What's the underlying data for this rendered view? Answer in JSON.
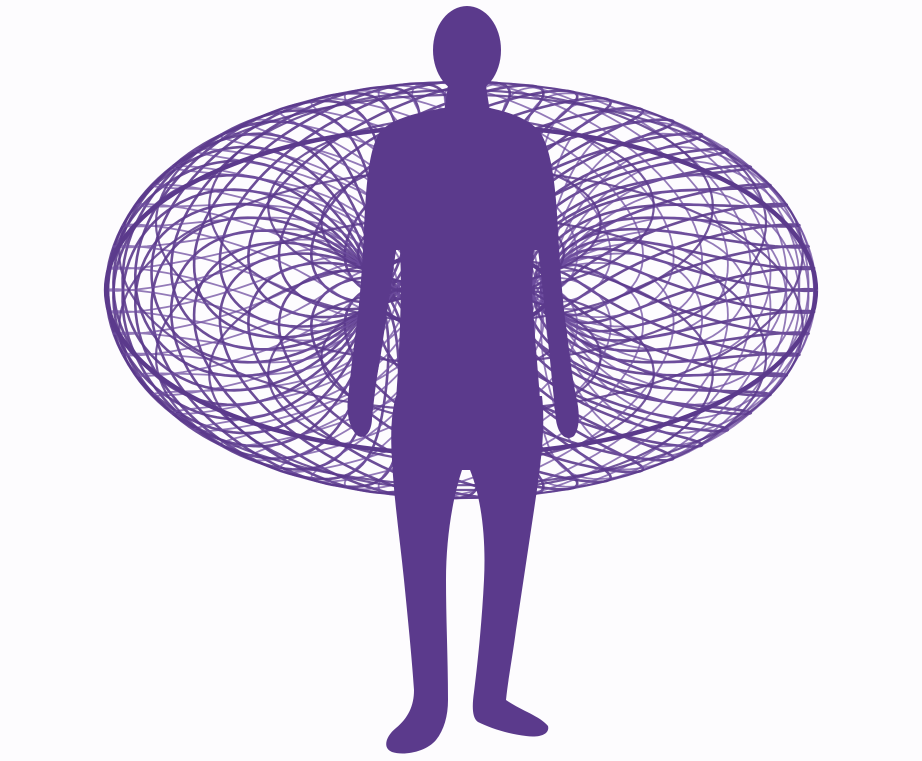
{
  "figure": {
    "subject": "human-silhouette-inside-toroidal-wireframe-field",
    "colors": {
      "ink": "#5b3a8c",
      "ink_light": "#6f4fa0",
      "background": "#fdfcfe"
    },
    "icons": [
      "human-silhouette",
      "torus-wireframe"
    ]
  }
}
